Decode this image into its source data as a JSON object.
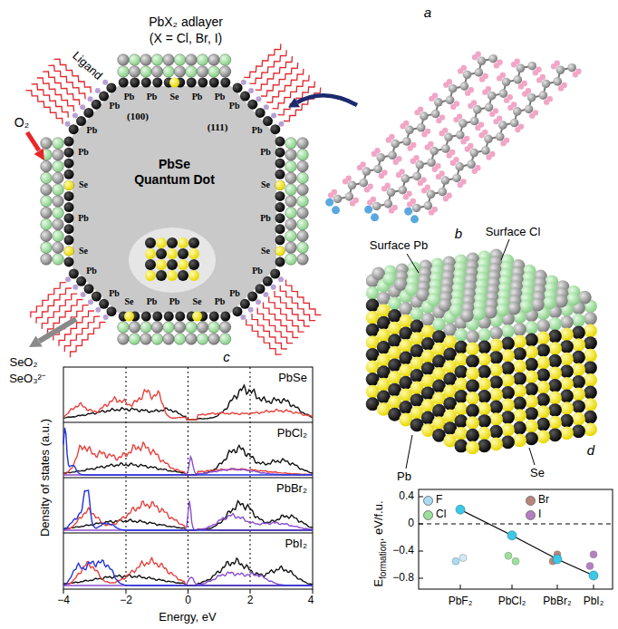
{
  "diagram": {
    "nodes": [
      {
        "text": [
          "PbSe Quantum Dot"
        ]
      }
    ],
    "labels": [
      "a",
      "PbX₂ adlayer",
      "(X = Cl, Br, I)",
      "Ligand",
      "O₂",
      "SeO₂",
      "SeO₃²⁻",
      "(100)",
      "(111)",
      "Pb",
      "Pb",
      "Se",
      "Pb",
      "Pb",
      "Pb",
      "Pb",
      "Pb",
      "Se",
      "Pb",
      "Se",
      "Pb",
      "Pb",
      "Pb",
      "Se",
      "Pb",
      "Pb",
      "Se",
      "Pb",
      "Pb",
      "Se",
      "Pb",
      "Se",
      "Pb",
      "Pb",
      "Pb",
      "b",
      "c",
      "PbSe",
      "PbCl₂",
      "PbBr₂",
      "PbI₂",
      "Density of states (a.u.)",
      "−4",
      "−2",
      "0",
      "2",
      "4",
      "Energy, eV",
      "Surface Pb",
      "Surface Cl",
      "Pb",
      "Se",
      "d",
      "E",
      "formation",
      ", eV/f.u.",
      "0.4",
      "0",
      "−0.4",
      "−0.8",
      "PbF₂",
      "PbCl₂",
      "PbBr₂",
      "PbI₂"
    ],
    "legend": [
      {
        "text": "F",
        "color": "#a9dcf2"
      },
      {
        "text": "Br",
        "color": "#b9857a"
      },
      {
        "text": "Cl",
        "color": "#9be09b"
      },
      {
        "text": "I",
        "color": "#b57ec4"
      }
    ]
  }
}
